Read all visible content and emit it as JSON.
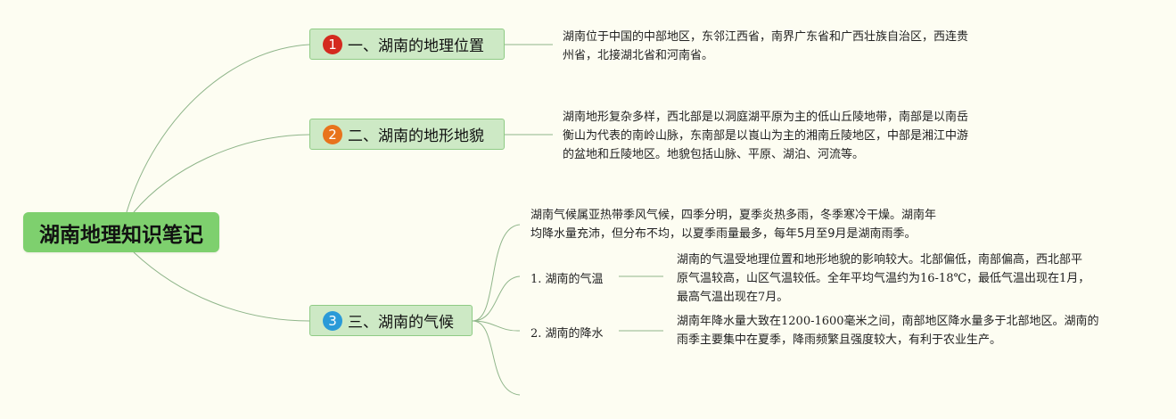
{
  "root": {
    "title": "湖南地理知识笔记"
  },
  "branches": [
    {
      "num": "1",
      "label": "一、湖南的地理位置",
      "badge_color": "#d42a1f",
      "note_lines": [
        "湖南位于中国的中部地区，东邻江西省，南界广东省和广西壮族自治区，西连贵",
        "州省，北接湖北省和河南省。"
      ]
    },
    {
      "num": "2",
      "label": "二、湖南的地形地貌",
      "badge_color": "#e8731c",
      "note_lines": [
        "湖南地形复杂多样，西北部是以洞庭湖平原为主的低山丘陵地带，南部是以南岳",
        "衡山为代表的南岭山脉，东南部是以崀山为主的湘南丘陵地区，中部是湘江中游",
        "的盆地和丘陵地区。地貌包括山脉、平原、湖泊、河流等。"
      ]
    },
    {
      "num": "3",
      "label": "三、湖南的气候",
      "badge_color": "#2a9ad8",
      "summary_lines": [
        "湖南气候属亚热带季风气候，四季分明，夏季炎热多雨，冬季寒冷干燥。湖南年",
        "均降水量充沛，但分布不均，以夏季雨量最多，每年5月至9月是湖南雨季。"
      ],
      "subtopics": [
        {
          "label": "1. 湖南的气温",
          "note_lines": [
            "湖南的气温受地理位置和地形地貌的影响较大。北部偏低，南部偏高，西北部平",
            "原气温较高，山区气温较低。全年平均气温约为16-18℃，最低气温出现在1月，",
            "最高气温出现在7月。"
          ]
        },
        {
          "label": "2. 湖南的降水",
          "note_lines": [
            "湖南年降水量大致在1200-1600毫米之间，南部地区降水量多于北部地区。湖南的",
            "雨季主要集中在夏季，降雨频繁且强度较大，有利于农业生产。"
          ]
        }
      ]
    }
  ],
  "colors": {
    "background": "#fdfdf2",
    "root_fill": "#7ed06e",
    "branch_fill": "#cde9c5",
    "branch_border": "#8fcb85",
    "connector": "#8fb58a"
  }
}
